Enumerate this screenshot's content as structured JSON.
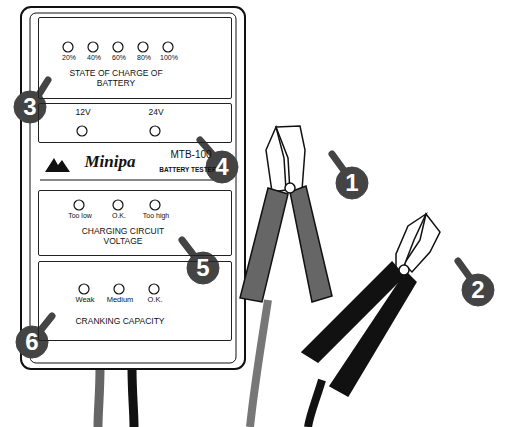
{
  "diagram": {
    "nodes": [
      {
        "text": [
          "20%",
          "40%",
          "60%",
          "80%",
          "100%",
          "STATE OF CHARGE OF BATTERY"
        ]
      },
      {
        "text": [
          "12V",
          "24V"
        ]
      },
      {
        "text": [
          "Minipa",
          "MTB-100",
          "BATTERY TESTER"
        ]
      },
      {
        "text": [
          "Too low",
          "O.K.",
          "Too high",
          "CHARGING CIRCUIT VOLTAGE"
        ]
      },
      {
        "text": [
          "Weak",
          "Medium",
          "O.K.",
          "CRANKING CAPACITY"
        ]
      }
    ],
    "labels": [
      "1",
      "2",
      "3",
      "4",
      "5",
      "6"
    ]
  }
}
